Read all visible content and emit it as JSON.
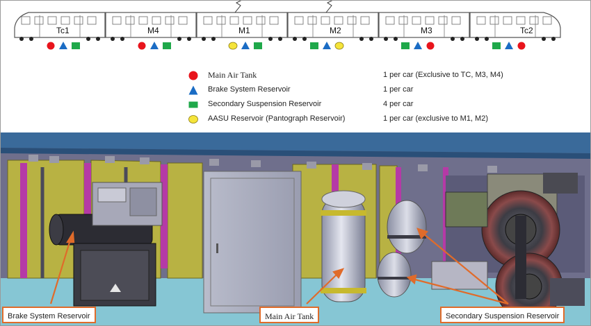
{
  "train": {
    "cars": [
      {
        "name": "Tc1",
        "markers": [
          "main-air-tank",
          "brake-system-reservoir",
          "secondary-suspension-reservoir"
        ]
      },
      {
        "name": "M4",
        "markers": [
          "main-air-tank",
          "brake-system-reservoir",
          "secondary-suspension-reservoir"
        ]
      },
      {
        "name": "M1",
        "markers": [
          "aasu-reservoir",
          "brake-system-reservoir",
          "secondary-suspension-reservoir"
        ]
      },
      {
        "name": "M2",
        "markers": [
          "secondary-suspension-reservoir",
          "brake-system-reservoir",
          "aasu-reservoir"
        ]
      },
      {
        "name": "M3",
        "markers": [
          "secondary-suspension-reservoir",
          "brake-system-reservoir",
          "main-air-tank"
        ]
      },
      {
        "name": "Tc2",
        "markers": [
          "secondary-suspension-reservoir",
          "brake-system-reservoir",
          "main-air-tank"
        ]
      }
    ]
  },
  "legend": [
    {
      "key": "main-air-tank",
      "shape": "circle",
      "color": "#e8141c",
      "label": "Main Air Tank",
      "description": "1 per car (Exclusive to TC, M3, M4)"
    },
    {
      "key": "brake-system-reservoir",
      "shape": "triangle",
      "color": "#1a6cc4",
      "label": "Brake System Reservoir",
      "description": "1 per car"
    },
    {
      "key": "secondary-suspension-reservoir",
      "shape": "rectangle",
      "color": "#1fa84a",
      "label": "Secondary Suspension Reservoir",
      "description": "4 per car"
    },
    {
      "key": "aasu-reservoir",
      "shape": "circle",
      "color": "#f5e43a",
      "label": "AASU Reservoir (Pantograph Reservoir)",
      "description": "1 per car (exclusive to M1, M2)"
    }
  ],
  "callouts": {
    "brake": "Brake System Reservoir",
    "main": "Main Air Tank",
    "secondary": "Secondary Suspension Reservoir"
  },
  "colors": {
    "callout_border": "#e06b2a",
    "arrow": "#e06b2a",
    "car_body": "#ffffff",
    "car_outline": "#555555"
  }
}
